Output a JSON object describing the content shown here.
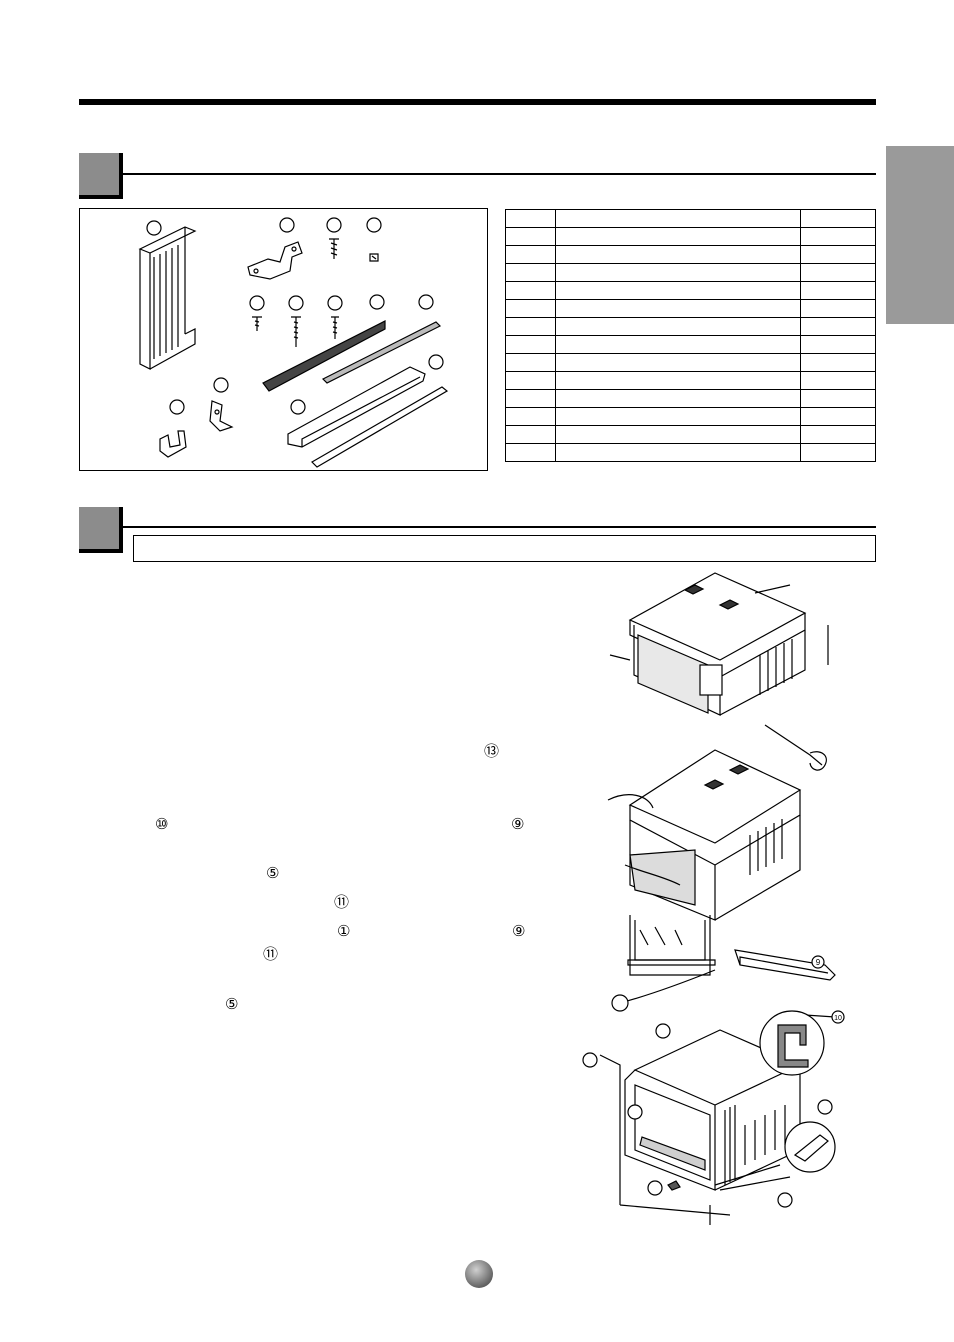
{
  "markers": {
    "m13": "⑬",
    "m10": "⑩",
    "m9a": "⑨",
    "m5a": "⑤",
    "m11a": "⑪",
    "m1": "①",
    "m9b": "⑨",
    "m11b": "⑪",
    "m5b": "⑤"
  },
  "figure_labels": {
    "rail_9": "9",
    "rail_10": "10"
  }
}
